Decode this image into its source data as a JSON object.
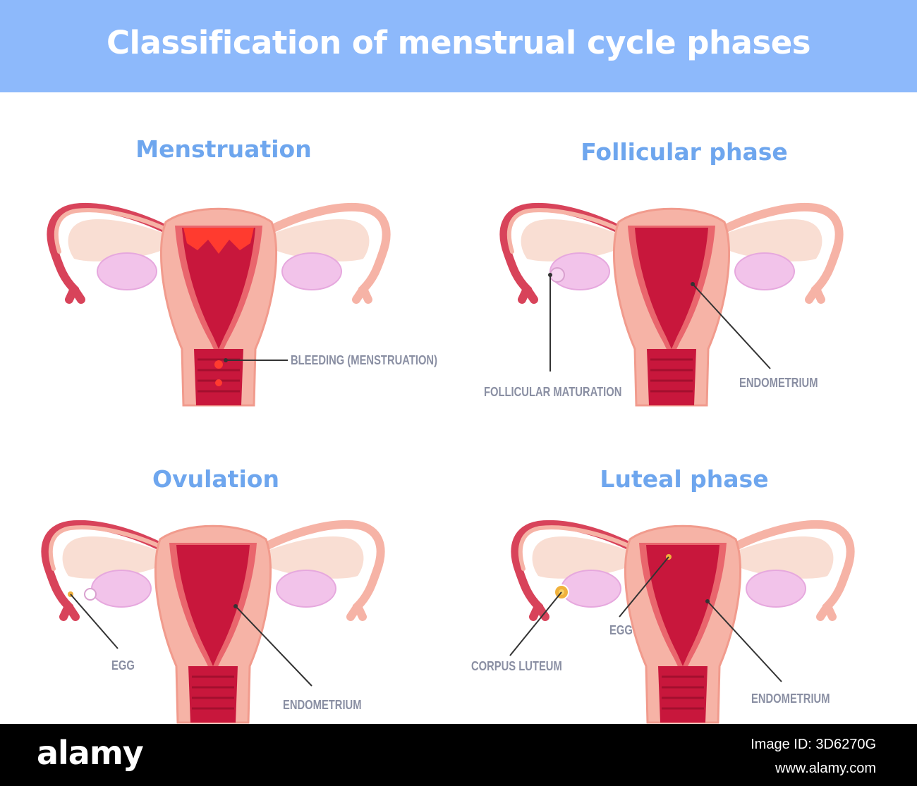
{
  "title": "Classification of menstrual cycle phases",
  "phases": [
    {
      "title": "Menstruation",
      "labels": [
        "BLEEDING (MENSTRUATION)"
      ]
    },
    {
      "title": "Follicular phase",
      "labels": [
        "FOLLICULAR MATURATION",
        "ENDOMETRIUM"
      ]
    },
    {
      "title": "Ovulation",
      "labels": [
        "EGG",
        "ENDOMETRIUM"
      ]
    },
    {
      "title": "Luteal phase",
      "labels": [
        "CORPUS LUTEUM",
        "EGG",
        "ENDOMETRIUM"
      ]
    }
  ],
  "footer": {
    "brand": "alamy",
    "image_id": "Image ID: 3D6270G",
    "url": "www.alamy.com"
  },
  "colors": {
    "banner": "#8db9fb",
    "title_blue": "#6ea6ee",
    "uterus_outer": "#f6b3a6",
    "uterus_dark": "#c8173c",
    "ovary": "#f2c3ea",
    "label_gray": "#8a8fa3"
  }
}
